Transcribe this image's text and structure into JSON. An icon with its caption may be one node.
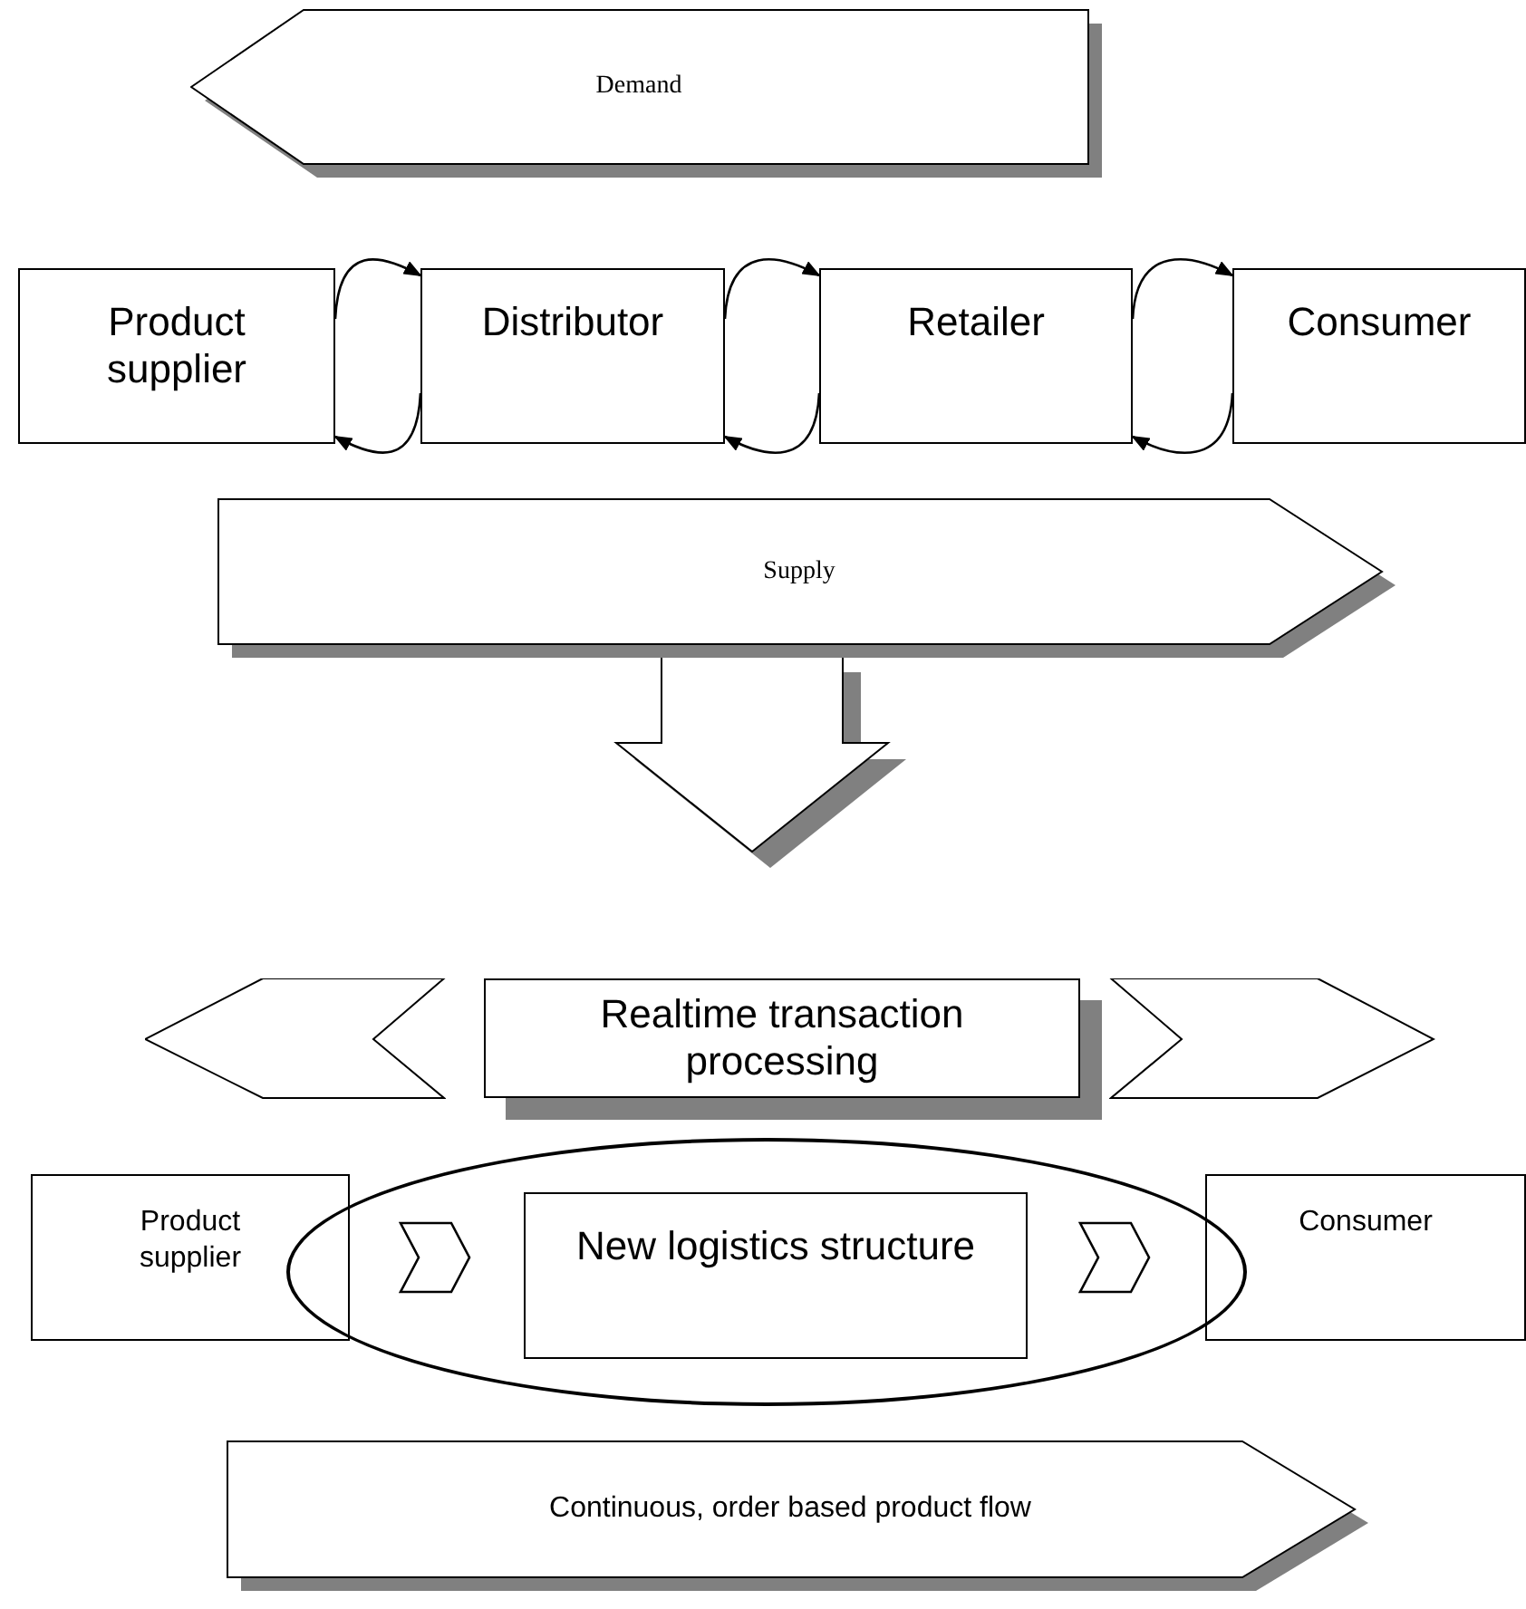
{
  "diagram": {
    "nodes": [
      {
        "text": [
          "Demand"
        ]
      },
      {
        "text": [
          "Product supplier"
        ]
      },
      {
        "text": [
          "Distributor"
        ]
      },
      {
        "text": [
          "Retailer"
        ]
      },
      {
        "text": [
          "Consumer"
        ]
      },
      {
        "text": [
          "Supply"
        ]
      },
      {
        "text": [],
        "shape": "chevron"
      },
      {
        "text": [
          "Realtime transaction processing"
        ]
      },
      {
        "text": [],
        "shape": "chevron"
      },
      {
        "text": [
          "Product supplier"
        ]
      },
      {
        "text": [],
        "shape": "ellipse"
      },
      {
        "text": [
          "New logistics structure"
        ],
        "in": 10
      },
      {
        "text": [
          "Consumer"
        ]
      },
      {
        "text": [
          "Continuous, order based product flow"
        ]
      }
    ],
    "edges": [
      {
        "from": 1,
        "to": 2,
        "arrow": "to"
      },
      {
        "from": 2,
        "to": 1,
        "arrow": "to"
      },
      {
        "from": 2,
        "to": 3,
        "arrow": "to"
      },
      {
        "from": 3,
        "to": 2,
        "arrow": "to"
      },
      {
        "from": 3,
        "to": 4,
        "arrow": "to"
      },
      {
        "from": 4,
        "to": 3,
        "arrow": "to"
      },
      {
        "from": 9,
        "to": 11,
        "arrow": "to"
      },
      {
        "from": 11,
        "to": 12,
        "arrow": "to"
      }
    ]
  }
}
